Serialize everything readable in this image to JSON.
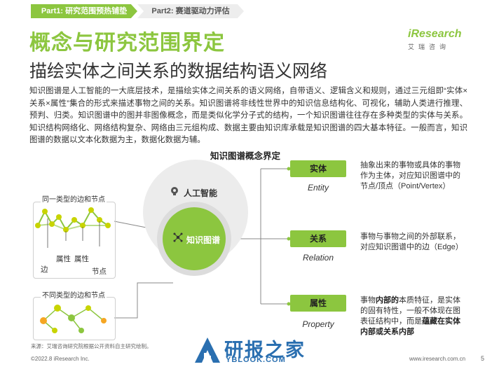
{
  "header": {
    "tab1": "Part1: 研究范围预热铺垫",
    "tab2": "Part2: 赛道驱动力评估"
  },
  "title": "概念与研究范围界定",
  "subtitle": "描绘实体之间关系的数据结构语义网络",
  "logo": {
    "main": "iResearch",
    "sub": "艾瑞咨询"
  },
  "paragraph": "知识图谱是人工智能的一大底层技术，是描绘实体之间关系的语义网络，自带语义、逻辑含义和规则，通过三元组即“实体×关系×属性”集合的形式来描述事物之间的关系。知识图谱将非线性世界中的知识信息结构化、可视化，辅助人类进行推理、预判、归类。知识图谱中的图并非图像概念，而是类似化学分子式的结构，一个知识图谱往往存在多种类型的实体与关系。知识结构网络化、网络结构复杂、网络由三元组构成、数据主要由知识库承载是知识图谱的四大基本特征。一般而言，知识图谱的数据以文本化数据为主，数据化数据为辅。",
  "diagram": {
    "title": "知识图谱概念界定",
    "outer_circle": "人工智能",
    "inner_circle": "知识图谱",
    "box1_title": "同一类型的边和节点",
    "box1_labels": {
      "edge": "边",
      "attr1": "属性",
      "attr2": "属性",
      "node": "节点"
    },
    "box2_title": "不同类型的边和节点",
    "items": [
      {
        "cn": "实体",
        "en": "Entity",
        "desc": "抽象出来的事物或具体的事物作为主体，对应知识图谱中的节点/顶点（Point/Vertex）"
      },
      {
        "cn": "关系",
        "en": "Relation",
        "desc": "事物与事物之间的外部联系，对应知识图谱中的边（Edge）"
      },
      {
        "cn": "属性",
        "en": "Property",
        "desc_pre": "事物",
        "desc_b1": "内部的",
        "desc_mid": "本质特征，是实体的固有特性，一般不体现在图表征结构中，而是",
        "desc_b2": "蕴藏在实体内部或关系内部"
      }
    ]
  },
  "source": "来源：艾瑞咨询研究院根据公开资料自主研究绘制。",
  "footer": {
    "left": "©2022.8 iResearch Inc.",
    "right": "www.iresearch.com.cn",
    "page": "5"
  },
  "watermark": {
    "main": "研报之家",
    "sub": "YBLOOK.COM"
  },
  "colors": {
    "accent": "#8cc63f",
    "watermark": "#2a6fb0",
    "node_yellow": "#c8d400"
  }
}
